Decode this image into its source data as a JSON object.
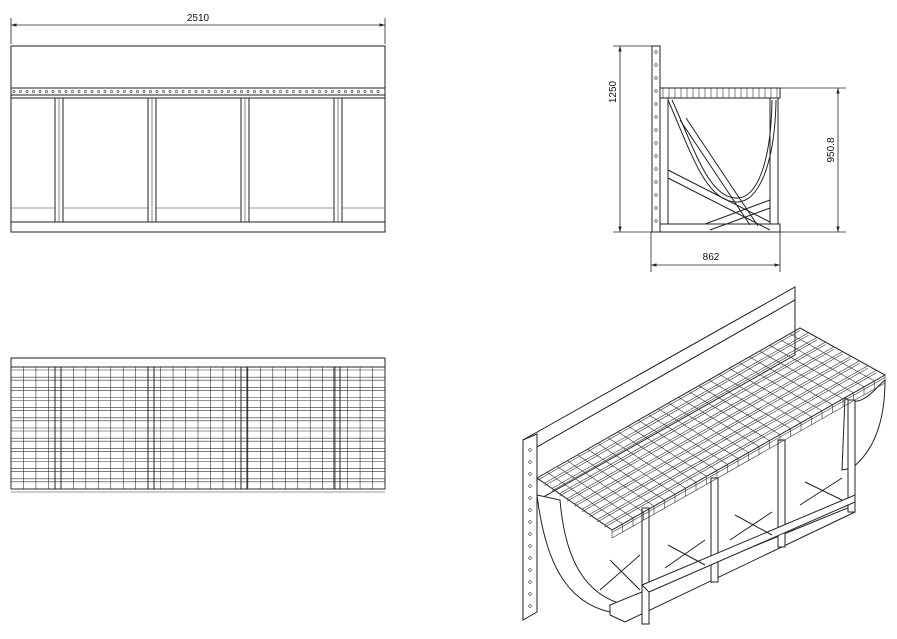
{
  "drawing": {
    "dimensions": {
      "front_width": "2510",
      "side_height": "1250",
      "side_inner_height": "950.8",
      "side_depth": "862"
    },
    "front_bays": 4,
    "top_grid": {
      "cols": 30,
      "rows": 12
    },
    "iso_grid": {
      "cols": 26,
      "rows": 10
    },
    "colors": {
      "line": "#222222",
      "background": "#ffffff"
    }
  }
}
